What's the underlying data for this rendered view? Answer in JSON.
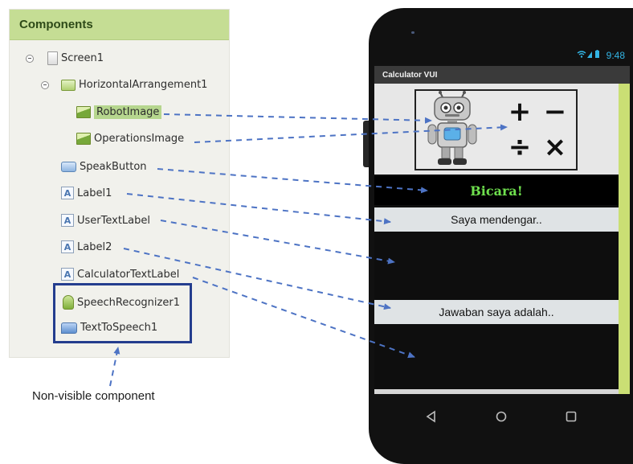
{
  "components_panel": {
    "title": "Components",
    "tree": [
      {
        "label": "Screen1",
        "icon": "screen-icon",
        "toggle": true
      },
      {
        "label": "HorizontalArrangement1",
        "icon": "horizontal-arrangement-icon",
        "toggle": true
      },
      {
        "label": "RobotImage",
        "icon": "image-icon",
        "selected": true
      },
      {
        "label": "OperationsImage",
        "icon": "image-icon"
      },
      {
        "label": "SpeakButton",
        "icon": "button-icon"
      },
      {
        "label": "Label1",
        "icon": "label-icon"
      },
      {
        "label": "UserTextLabel",
        "icon": "label-icon"
      },
      {
        "label": "Label2",
        "icon": "label-icon"
      },
      {
        "label": "CalculatorTextLabel",
        "icon": "label-icon"
      },
      {
        "label": "SpeechRecognizer1",
        "icon": "speech-recognizer-icon"
      },
      {
        "label": "TextToSpeech1",
        "icon": "text-to-speech-icon"
      }
    ],
    "label_icon_glyph": "A"
  },
  "annotation": {
    "non_visible_caption": "Non-visible component"
  },
  "phone": {
    "status_bar": {
      "time": "9:48",
      "icons": [
        "wifi-icon",
        "signal-icon",
        "battery-icon"
      ]
    },
    "app_title": "Calculator VUI",
    "operations": [
      "+",
      "−",
      "÷",
      "×"
    ],
    "speak_button": "Bicara!",
    "label1_text": "Saya mendengar..",
    "label2_text": "Jawaban saya adalah..",
    "nav_buttons": [
      "back-icon",
      "home-icon",
      "recents-icon"
    ]
  },
  "colors": {
    "panel_header": "#c5dd94",
    "selected_item": "#b6d68e",
    "arrow": "#4d73c4",
    "speak_text": "#6fe04e",
    "scroll_strip": "#cadf74",
    "non_visible_box": "#243d8e"
  }
}
